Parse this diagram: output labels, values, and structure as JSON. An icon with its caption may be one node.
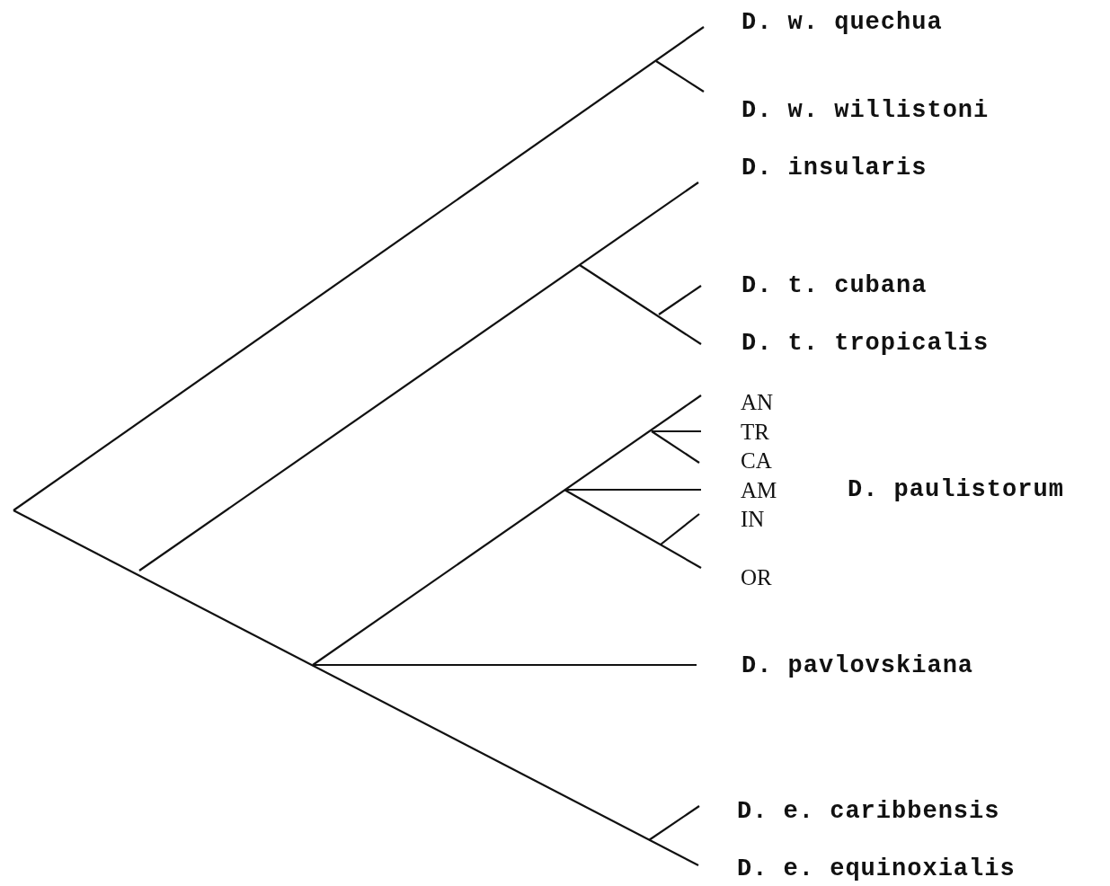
{
  "diagram": {
    "labels": [
      "D. w. quechua",
      "D. w. willistoni",
      "D. insularis",
      "D. t. cubana",
      "D. t. tropicalis",
      "AN",
      "TR",
      "CA",
      "AM",
      "D. paulistorum",
      "IN",
      "OR",
      "D. pavlovskiana",
      "D. e. caribbensis",
      "D. e. equinoxialis"
    ]
  }
}
